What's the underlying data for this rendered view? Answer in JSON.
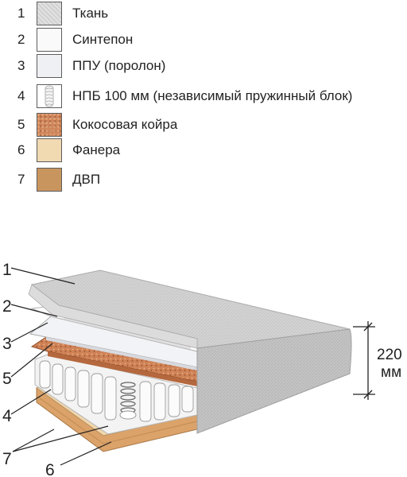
{
  "legend": [
    {
      "num": "1",
      "label": "Ткань",
      "icon": "fabric-swatch",
      "color": "#d8d8d8"
    },
    {
      "num": "2",
      "label": "Синтепон",
      "icon": "sintepon-swatch",
      "color": "#fafafa"
    },
    {
      "num": "3",
      "label": "ППУ (поролон)",
      "icon": "foam-swatch",
      "color": "#eef0f4"
    },
    {
      "num": "4",
      "label": "НПБ 100 мм (независимый пружинный блок)",
      "icon": "spring-swatch",
      "color": "#ffffff"
    },
    {
      "num": "5",
      "label": "Кокосовая койра",
      "icon": "coir-swatch",
      "color": "#d0865a"
    },
    {
      "num": "6",
      "label": "Фанера",
      "icon": "plywood-swatch",
      "color": "#f1d9b2"
    },
    {
      "num": "7",
      "label": "ДВП",
      "icon": "fiberboard-swatch",
      "color": "#c9955f"
    }
  ],
  "callouts": {
    "c1": "1",
    "c2": "2",
    "c3": "3",
    "c5": "5",
    "c4": "4",
    "c7": "7",
    "c6": "6"
  },
  "dimension": {
    "value": "220",
    "unit": "мм"
  }
}
